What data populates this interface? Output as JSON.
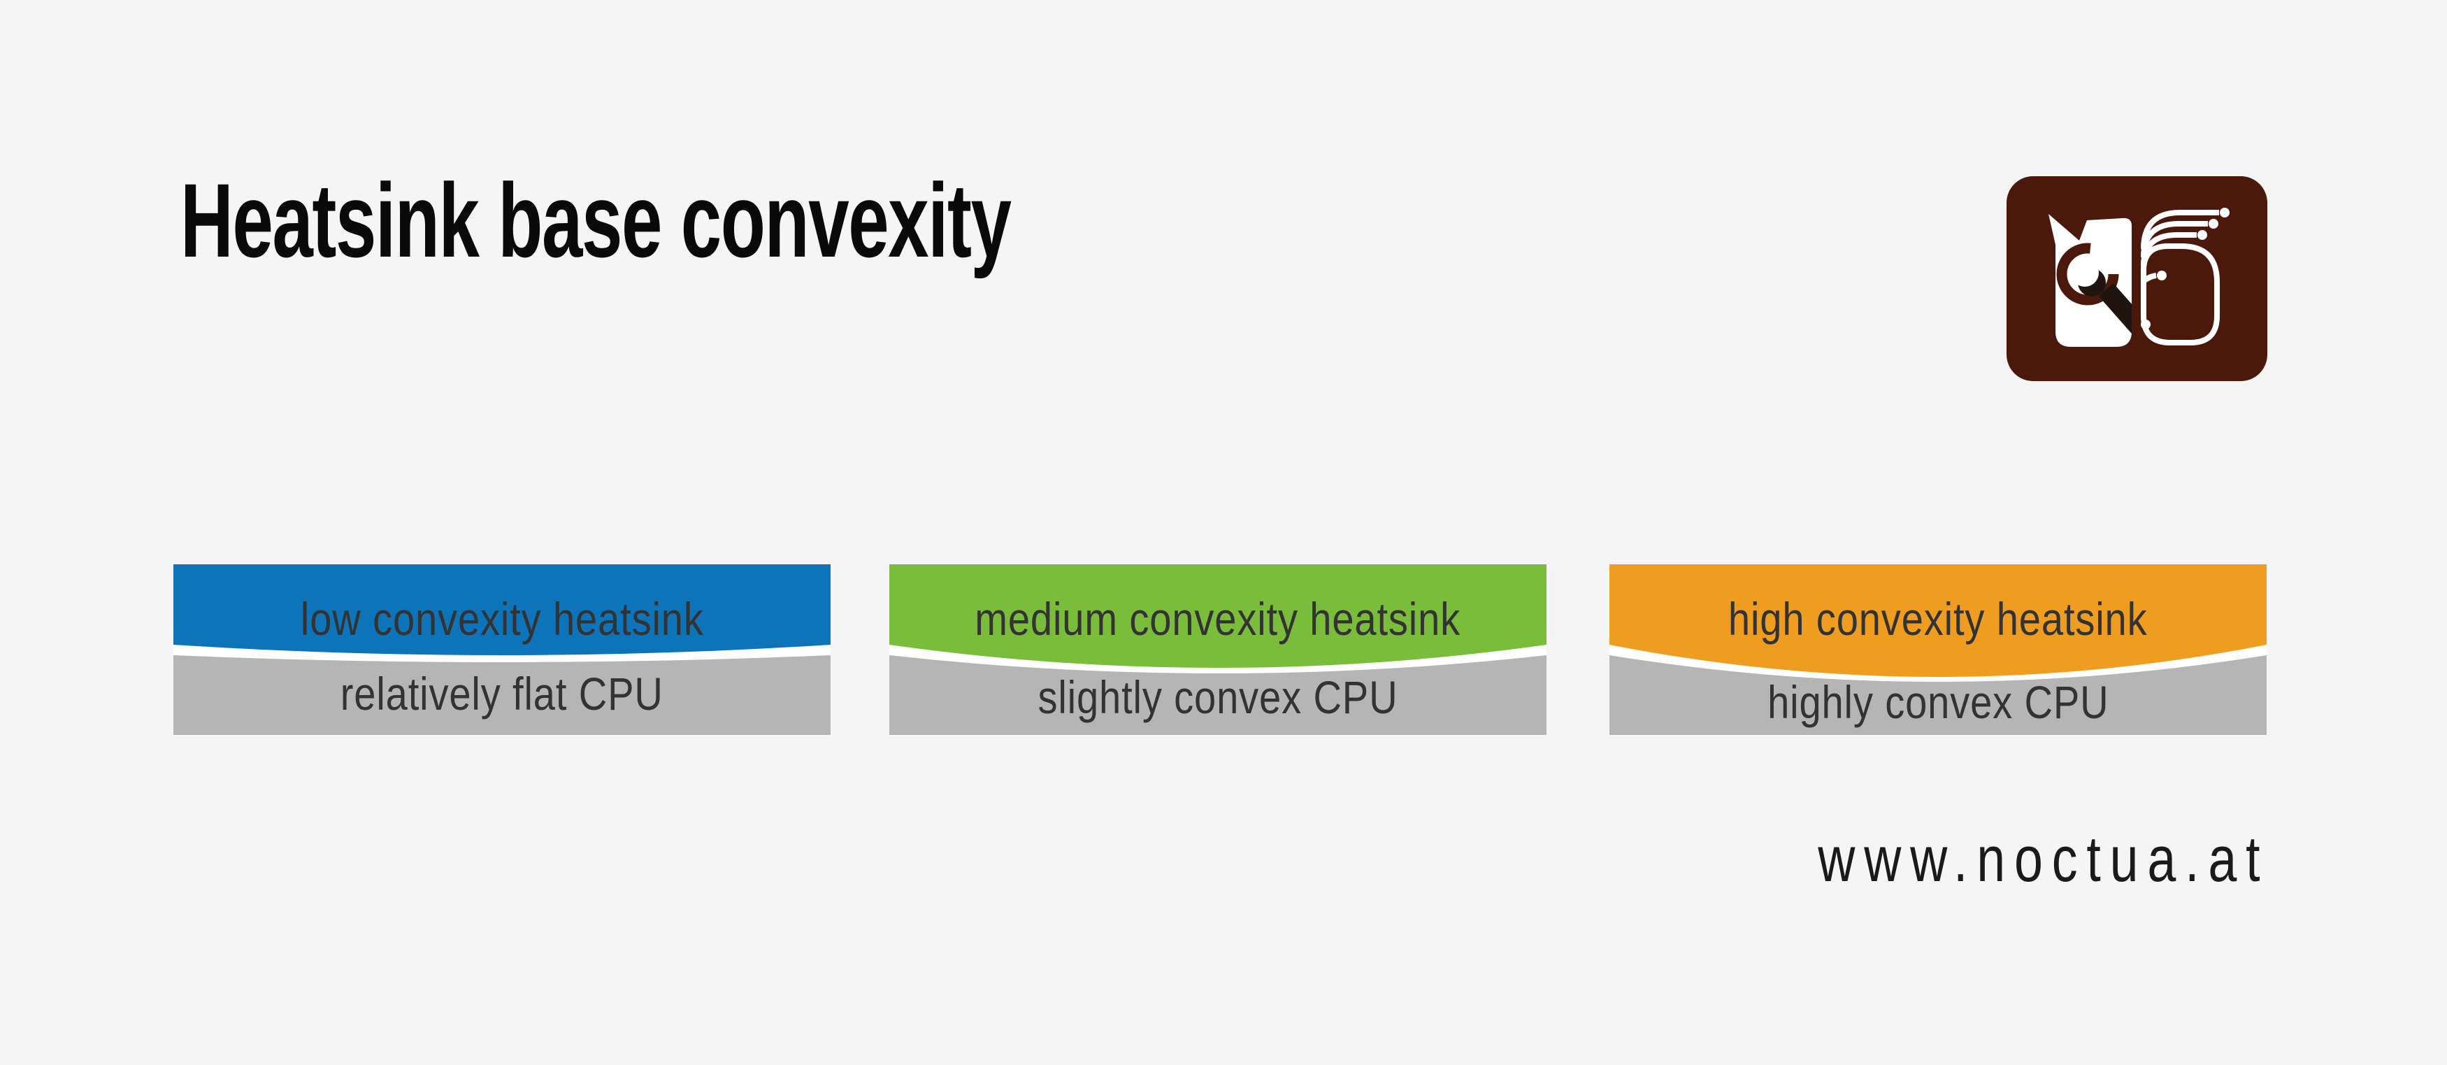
{
  "header": {
    "title": "Heatsink base convexity"
  },
  "footer": {
    "website": "www.noctua.at"
  },
  "logo": {
    "icon": "noctua-owl-circuit-logo",
    "color": "#4a190c"
  },
  "colors": {
    "background": "#f5f5f5",
    "cpu_gray": "#b5b5b5",
    "gap_white": "#ffffff",
    "label_text": "#333333",
    "title_text": "#0a0a0a",
    "logo_brown": "#4a190c",
    "panel_blue": "#0e74b9",
    "panel_green": "#79bd3a",
    "panel_orange": "#ee9d20"
  },
  "panels": [
    {
      "convexity": "low",
      "heatsink_label": "low convexity heatsink",
      "cpu_label": "relatively flat CPU",
      "heatsink_color": "#0e74b9"
    },
    {
      "convexity": "medium",
      "heatsink_label": "medium convexity heatsink",
      "cpu_label": "slightly convex CPU",
      "heatsink_color": "#79bd3a"
    },
    {
      "convexity": "high",
      "heatsink_label": "high convexity heatsink",
      "cpu_label": "highly convex CPU",
      "heatsink_color": "#ee9d20"
    }
  ]
}
